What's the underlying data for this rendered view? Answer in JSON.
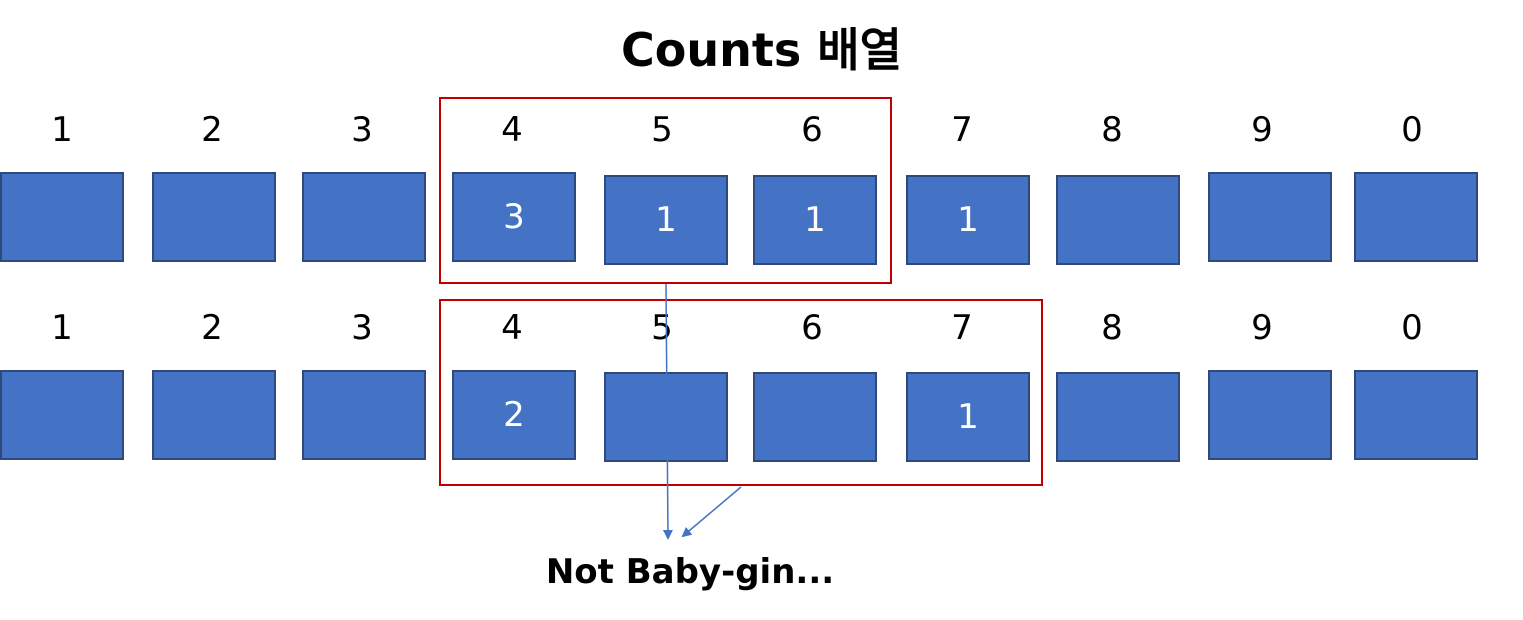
{
  "title": "Counts 배열",
  "rows": [
    {
      "labels": [
        "1",
        "2",
        "3",
        "4",
        "5",
        "6",
        "7",
        "8",
        "9",
        "0"
      ],
      "counts": [
        "",
        "",
        "",
        "3",
        "1",
        "1",
        "1",
        "",
        "",
        ""
      ]
    },
    {
      "labels": [
        "1",
        "2",
        "3",
        "4",
        "5",
        "6",
        "7",
        "8",
        "9",
        "0"
      ],
      "counts": [
        "",
        "",
        "",
        "2",
        "",
        "",
        "1",
        "",
        "",
        ""
      ]
    }
  ],
  "caption": "Not Baby-gin...",
  "colors": {
    "cell_fill": "#4472c4",
    "highlight_border": "#c00000",
    "arrow": "#4472c4"
  }
}
